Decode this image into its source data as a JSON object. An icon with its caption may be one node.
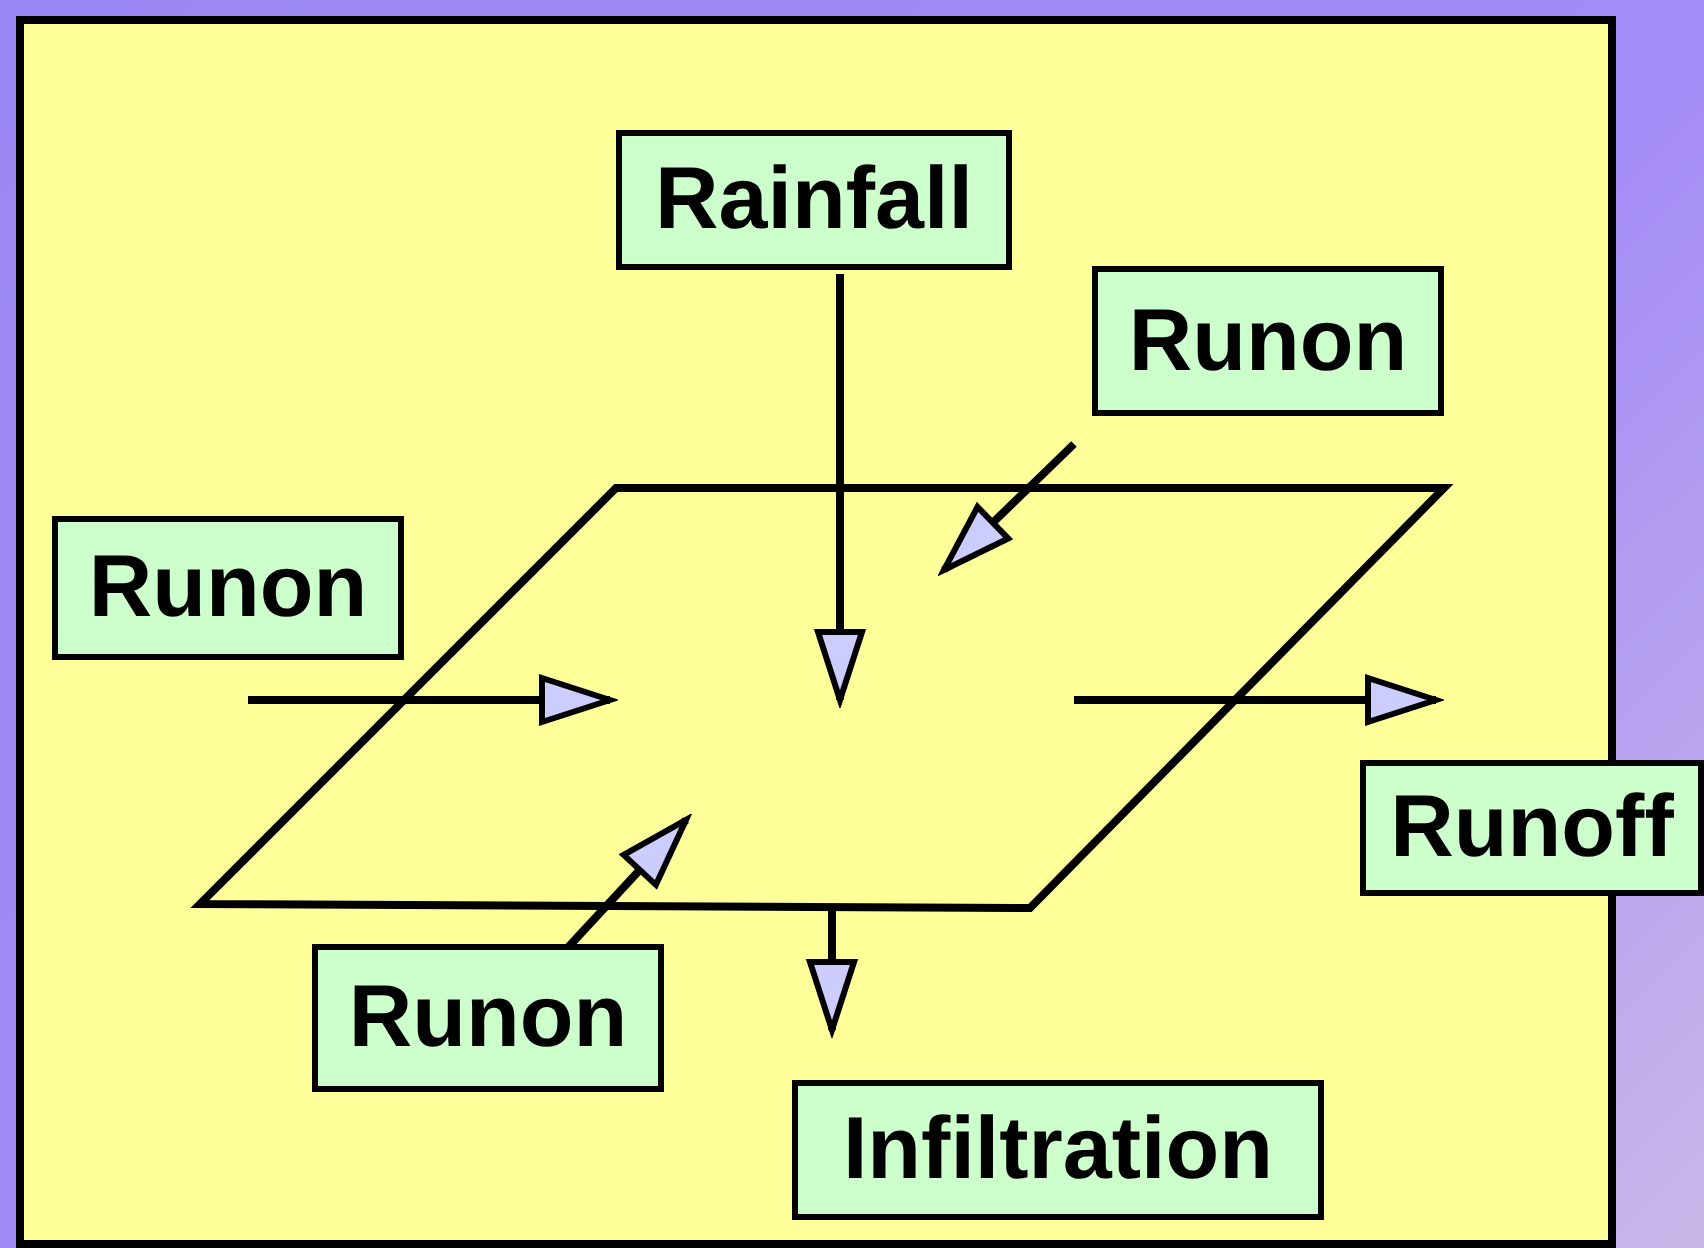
{
  "diagram": {
    "nodes": [
      {
        "text": [
          "Rainfall"
        ]
      },
      {
        "text": [
          "Runon"
        ]
      },
      {
        "text": [
          "Runon"
        ]
      },
      {
        "text": [],
        "shape": "parallelogram"
      },
      {
        "text": [
          "Runoff"
        ]
      },
      {
        "text": [
          "Runon"
        ]
      },
      {
        "text": [
          "Infiltration"
        ]
      }
    ],
    "edges": [
      {
        "from": 0,
        "to": 3,
        "arrow": "to"
      },
      {
        "from": 1,
        "to": 3,
        "arrow": "to"
      },
      {
        "from": 2,
        "to": 3,
        "arrow": "to"
      },
      {
        "from": 5,
        "to": 3,
        "arrow": "to"
      },
      {
        "from": 3,
        "to": 4,
        "arrow": "to"
      },
      {
        "from": 3,
        "to": 6,
        "arrow": "to"
      }
    ]
  }
}
